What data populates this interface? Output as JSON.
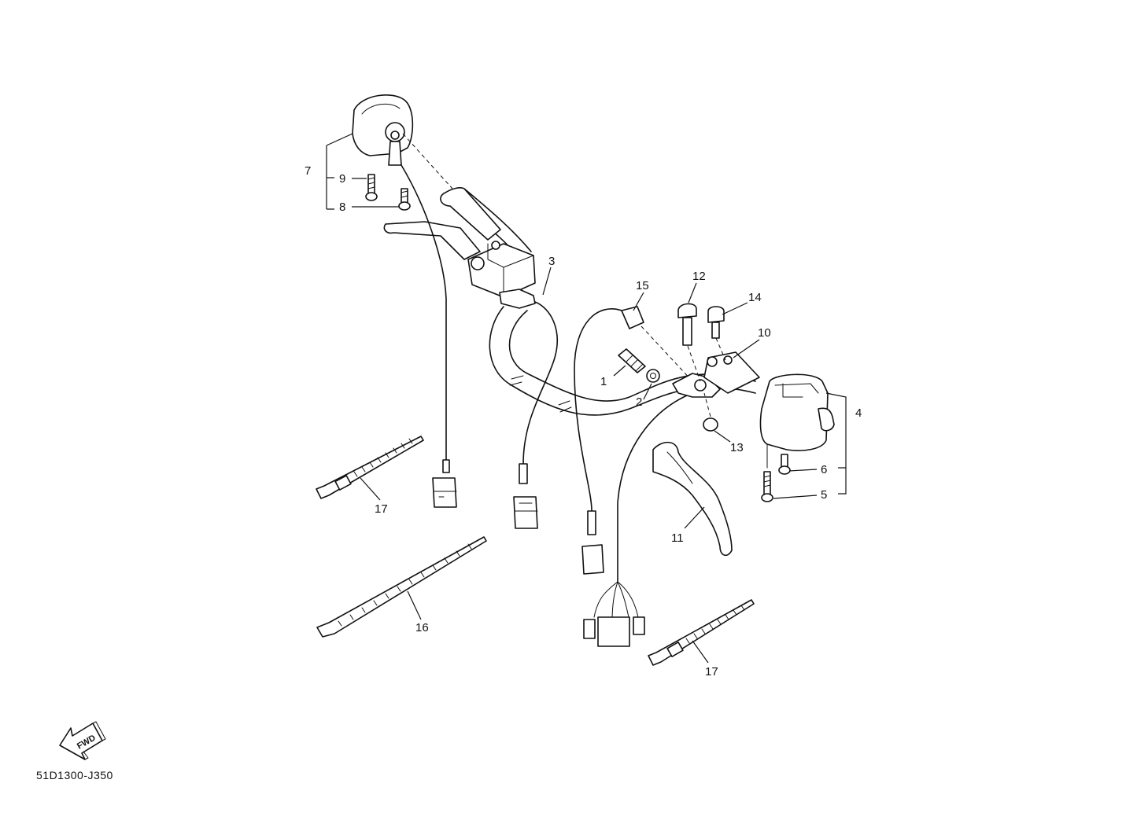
{
  "callouts": {
    "c1": "1",
    "c2": "2",
    "c3": "3",
    "c4": "4",
    "c5": "5",
    "c6": "6",
    "c7": "7",
    "c8": "8",
    "c9": "9",
    "c10": "10",
    "c11": "11",
    "c12": "12",
    "c13": "13",
    "c14": "14",
    "c15": "15",
    "c16": "16",
    "c17a": "17",
    "c17b": "17"
  },
  "fwd_label": "FWD",
  "diagram_code": "51D1300-J350"
}
